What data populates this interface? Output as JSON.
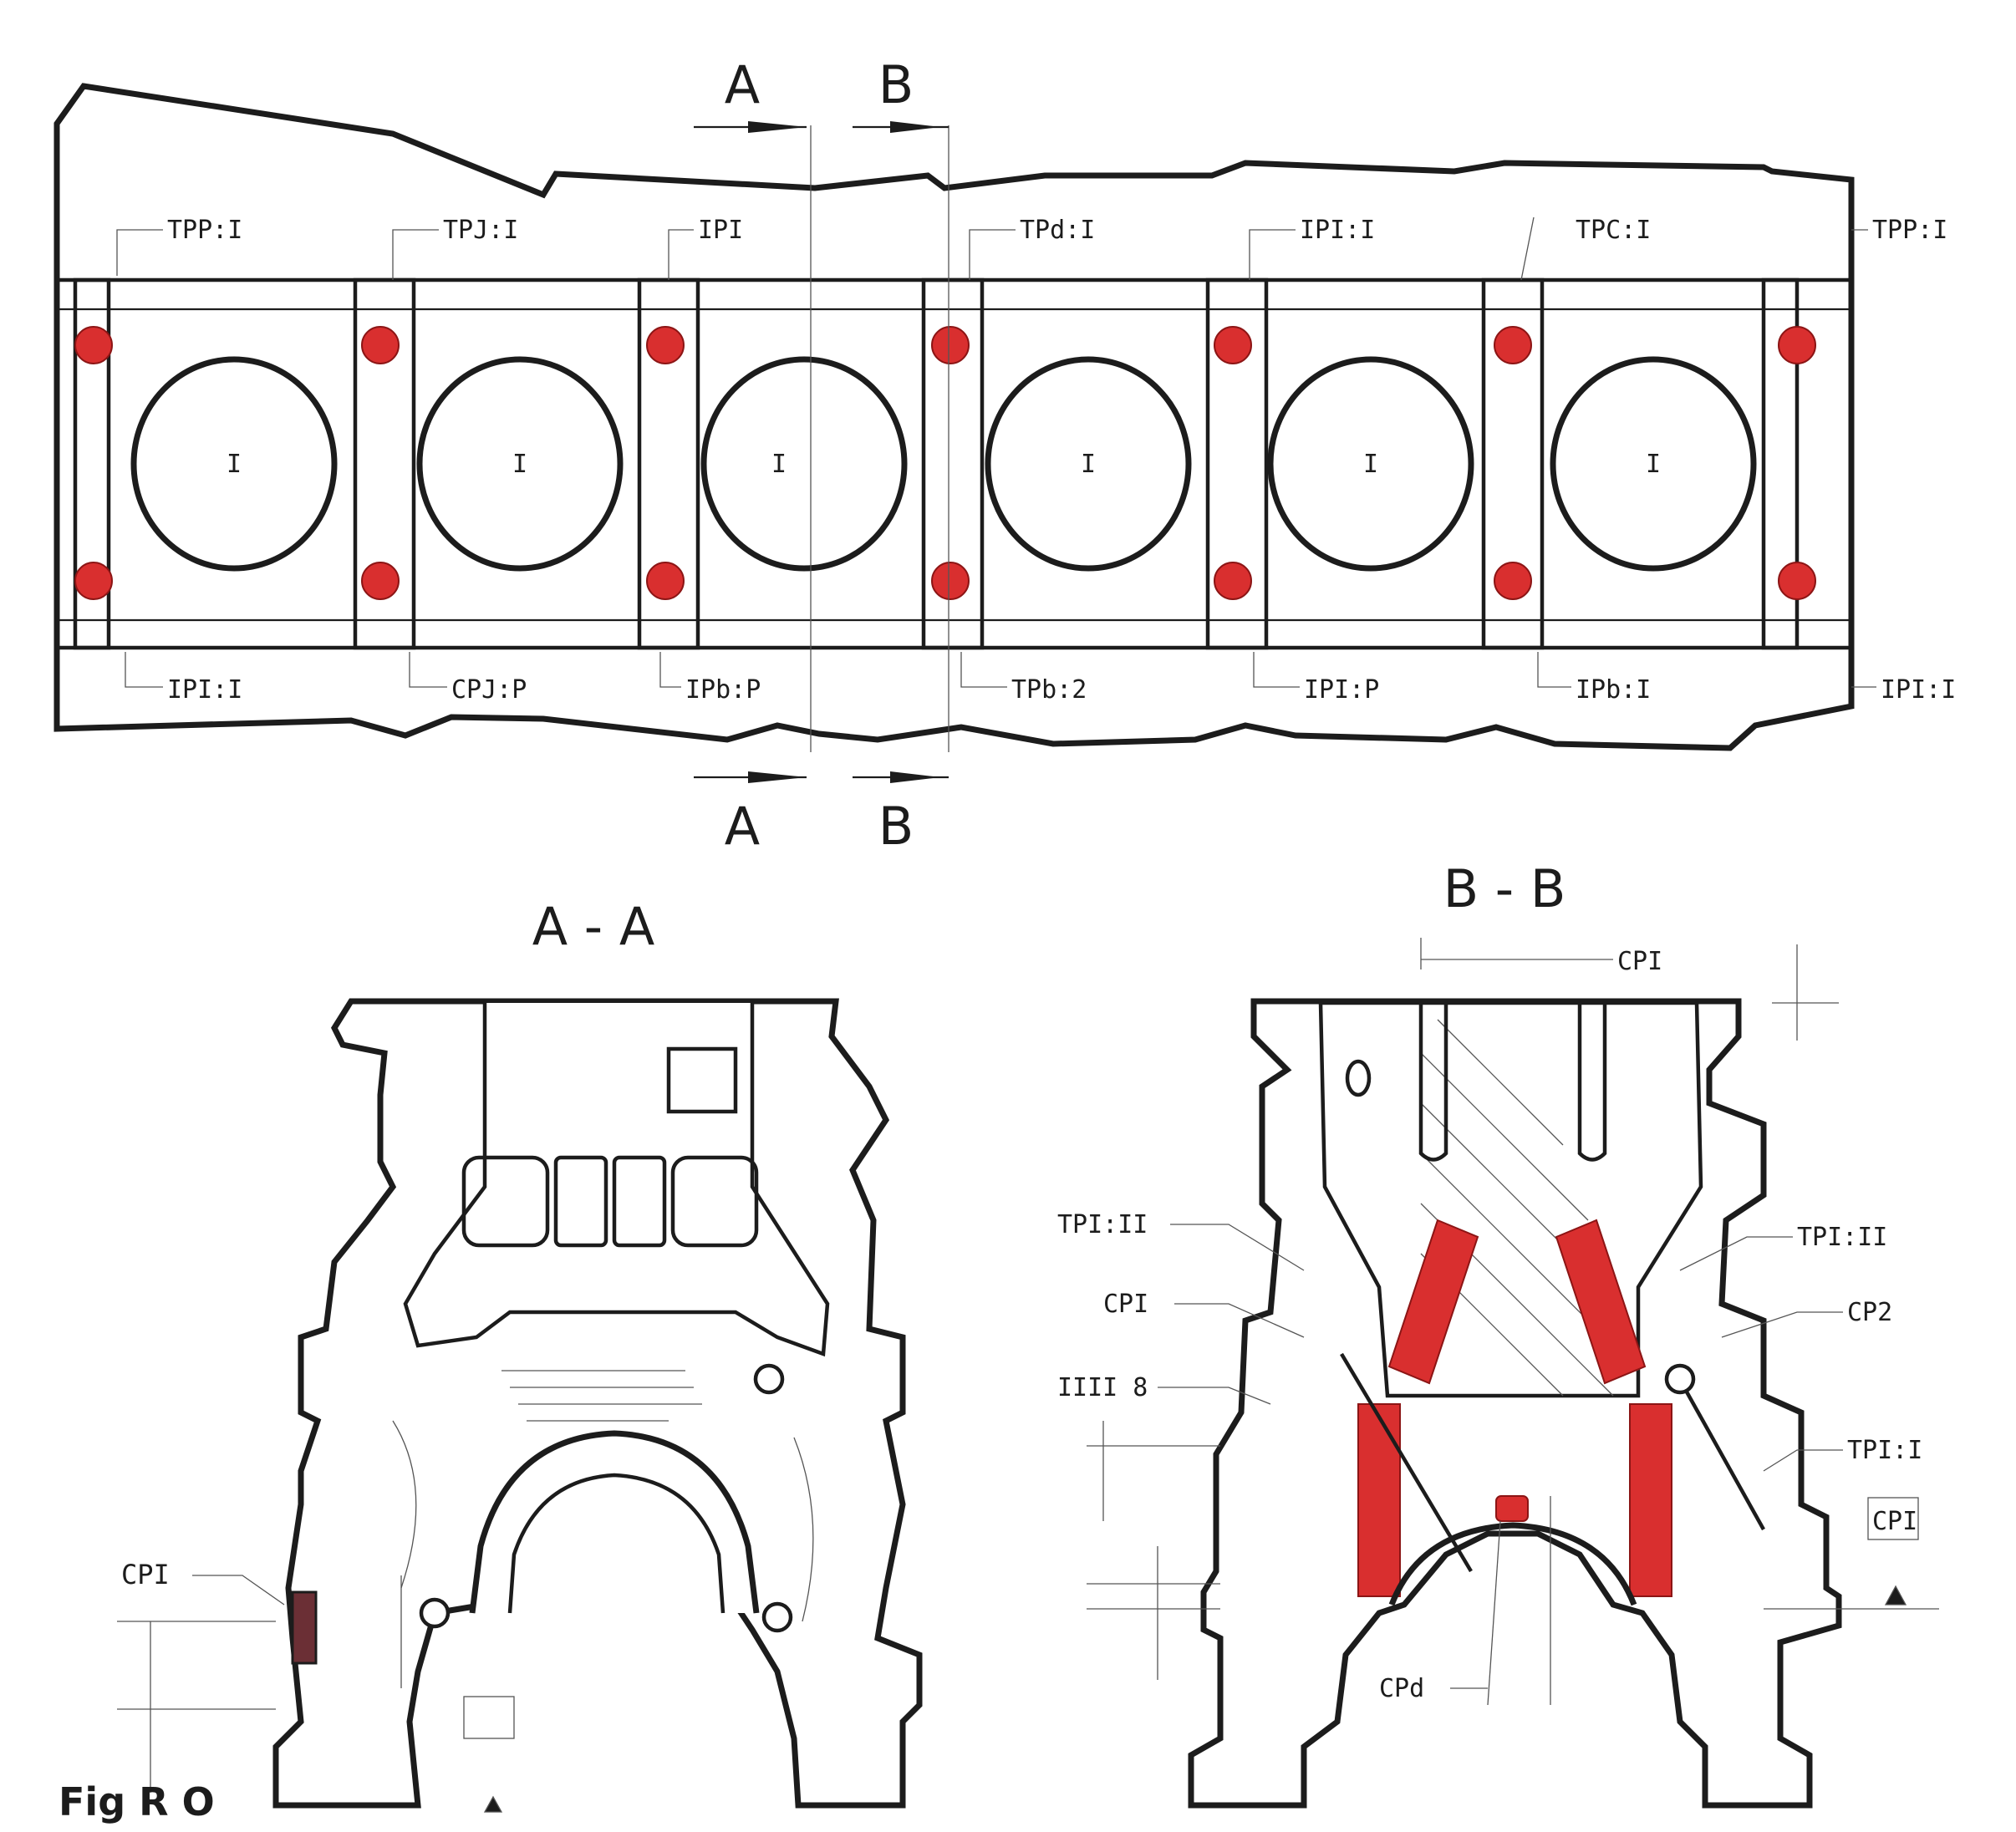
{
  "section_markers": {
    "a_top": "A",
    "b_top": "B",
    "a_bottom": "A",
    "b_bottom": "B"
  },
  "top_view": {
    "bores": [
      {
        "label": "I"
      },
      {
        "label": "I"
      },
      {
        "label": "I"
      },
      {
        "label": "I"
      },
      {
        "label": "I"
      },
      {
        "label": "I"
      }
    ],
    "callouts_top": [
      "TPP:I",
      "TPJ:I",
      "IPI",
      "TPd:I",
      "IPI:I",
      "TPC:I",
      "TPP:I"
    ],
    "callouts_bottom": [
      "IPI:I",
      "CPJ:P",
      "IPb:P",
      "TPb:2",
      "IPI:P",
      "IPb:I",
      "IPI:I"
    ]
  },
  "section_aa": {
    "title": "A - A",
    "callouts": [
      "CPI"
    ]
  },
  "section_bb": {
    "title": "B - B",
    "callouts": [
      "CPI",
      "TPI:II",
      "CPI",
      "IIII 8",
      "TPI:II",
      "CP2",
      "TPI:I",
      "CPI",
      "CPd"
    ]
  },
  "footer_caption": "Fig R O",
  "colors": {
    "ink": "#1c1c1c",
    "highlight_red": "#d92f2f",
    "background": "#ffffff"
  }
}
